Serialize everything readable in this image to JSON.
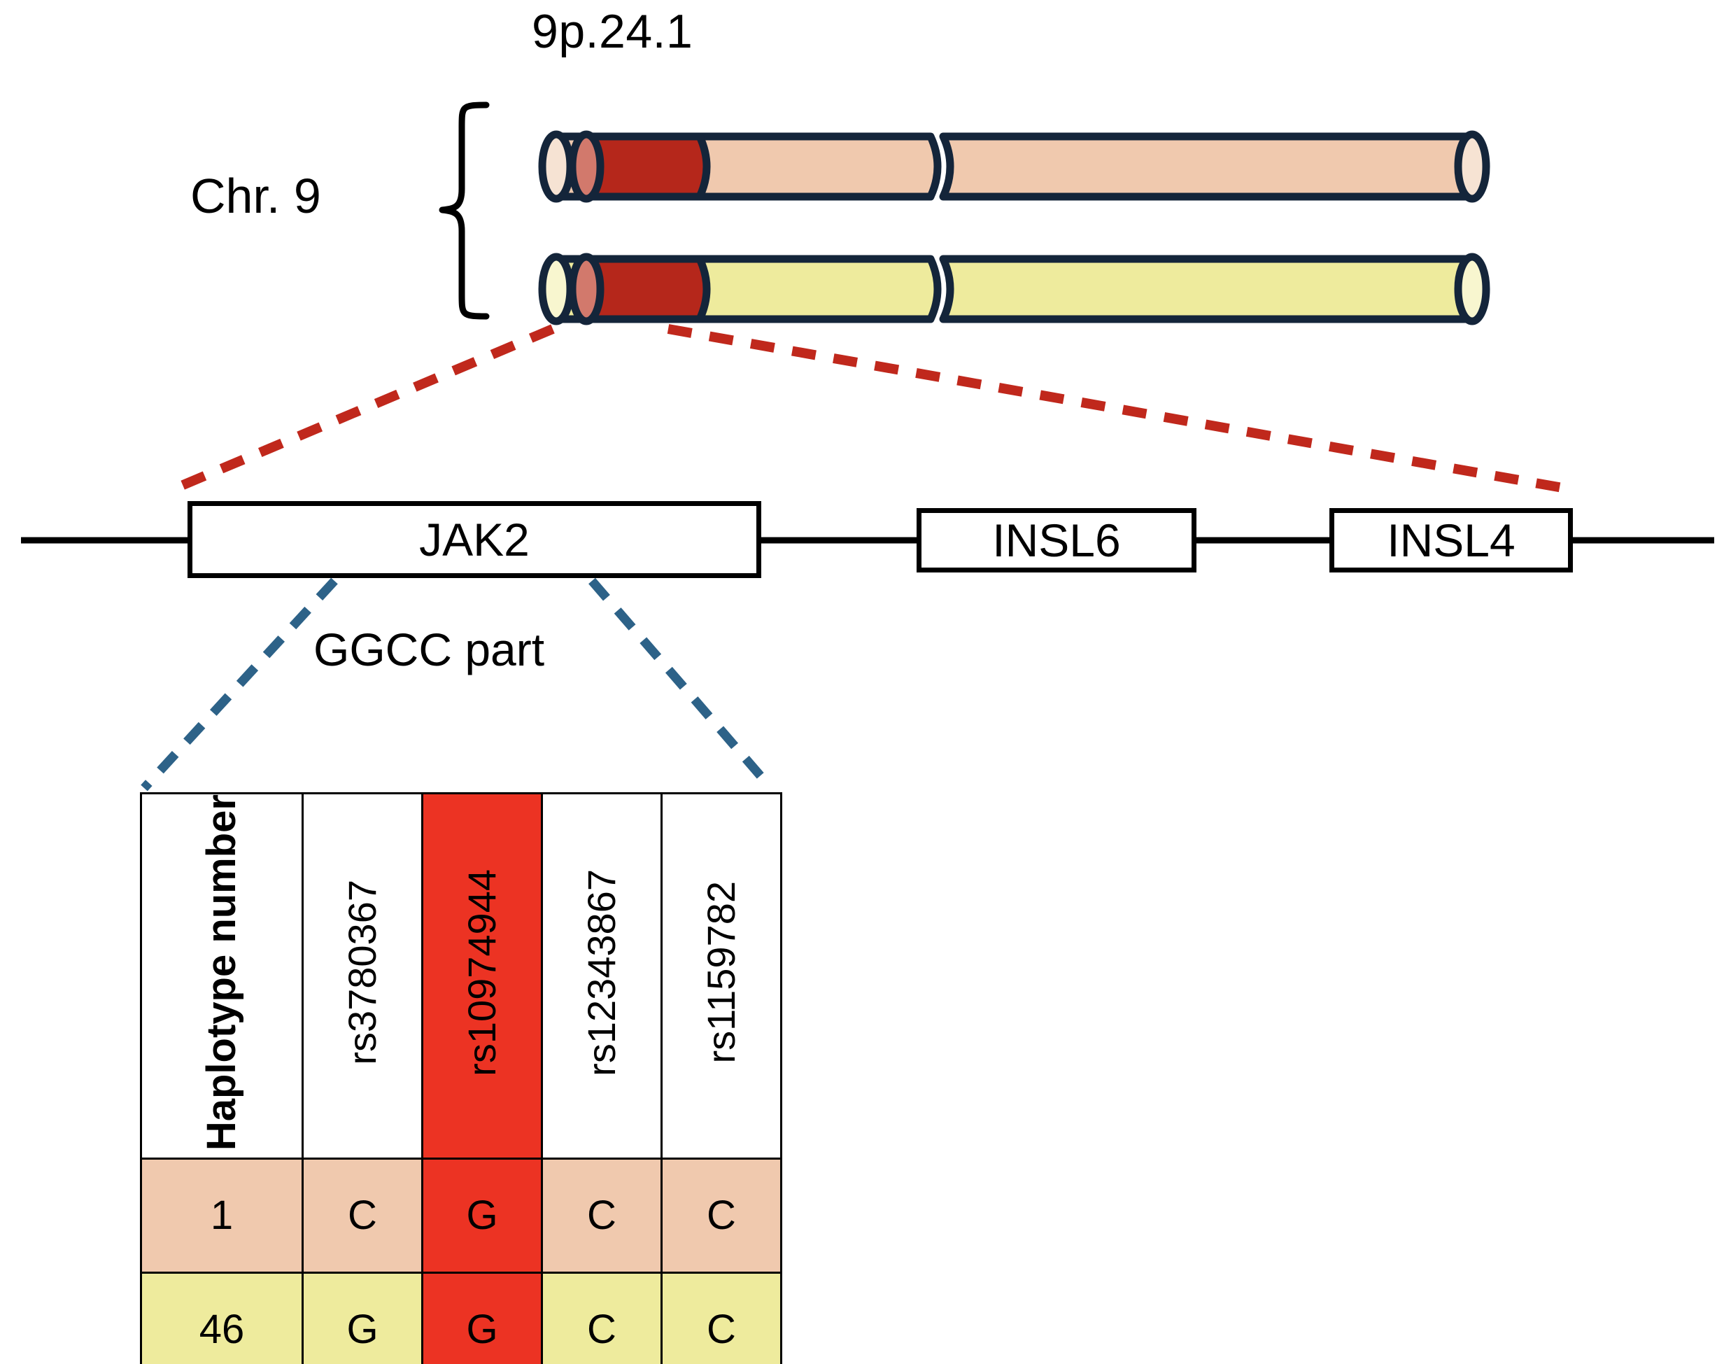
{
  "diagram": {
    "cytoband_label": "9p.24.1",
    "chromosome_label": "Chr. 9",
    "region_label": "GGCC part"
  },
  "chromosomes": [
    {
      "name": "chromosome-haplotype-1",
      "fill": "#f0c9ae",
      "band_fill": "#b5271b",
      "outline": "#14253a"
    },
    {
      "name": "chromosome-haplotype-46",
      "fill": "#eeeb9d",
      "band_fill": "#b5271b",
      "outline": "#14253a"
    }
  ],
  "genes": [
    {
      "label": "JAK2"
    },
    {
      "label": "INSL6"
    },
    {
      "label": "INSL4"
    }
  ],
  "table": {
    "headers": [
      "Haplotype number",
      "rs3780367",
      "rs10974944",
      "rs12343867",
      "rs1159782"
    ],
    "highlight_column_index": 2,
    "rows": [
      {
        "haplotype": "1",
        "alleles": [
          "C",
          "G",
          "C",
          "C"
        ],
        "row_color": "#f0c9ae"
      },
      {
        "haplotype": "46",
        "alleles": [
          "G",
          "G",
          "C",
          "C"
        ],
        "row_color": "#eeeb9d"
      }
    ]
  },
  "colors": {
    "chromosome_outline": "#14253a",
    "chromosome_band_red": "#b5271b",
    "highlight_red": "#ec3323",
    "peach": "#f0c9ae",
    "yellow": "#eeeb9d",
    "connector_red": "#c0281c",
    "connector_blue": "#2d6288",
    "line_black": "#000000"
  }
}
